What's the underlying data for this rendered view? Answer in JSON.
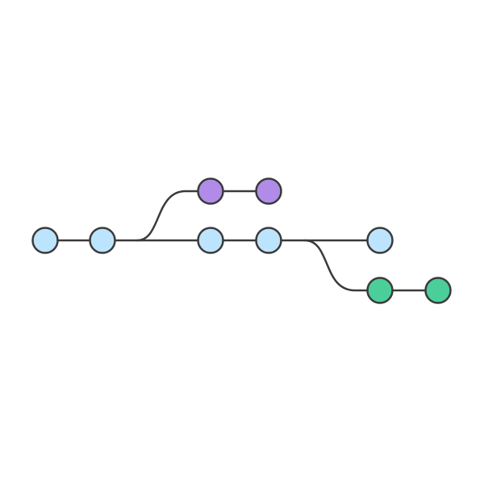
{
  "colors": {
    "line": "#3a3a3a",
    "outline": "#3a3a3a",
    "main_branch": "#bde4ff",
    "feature_branch_a": "#b08ce8",
    "feature_branch_b": "#4cce9a",
    "background": "#ffffff"
  },
  "branches": [
    {
      "id": "main",
      "color_key": "main_branch",
      "commit_count": 5
    },
    {
      "id": "branch-a",
      "color_key": "feature_branch_a",
      "commit_count": 2,
      "forks_from_commit": 2
    },
    {
      "id": "branch-b",
      "color_key": "feature_branch_b",
      "commit_count": 2,
      "forks_from_commit": 4
    }
  ]
}
